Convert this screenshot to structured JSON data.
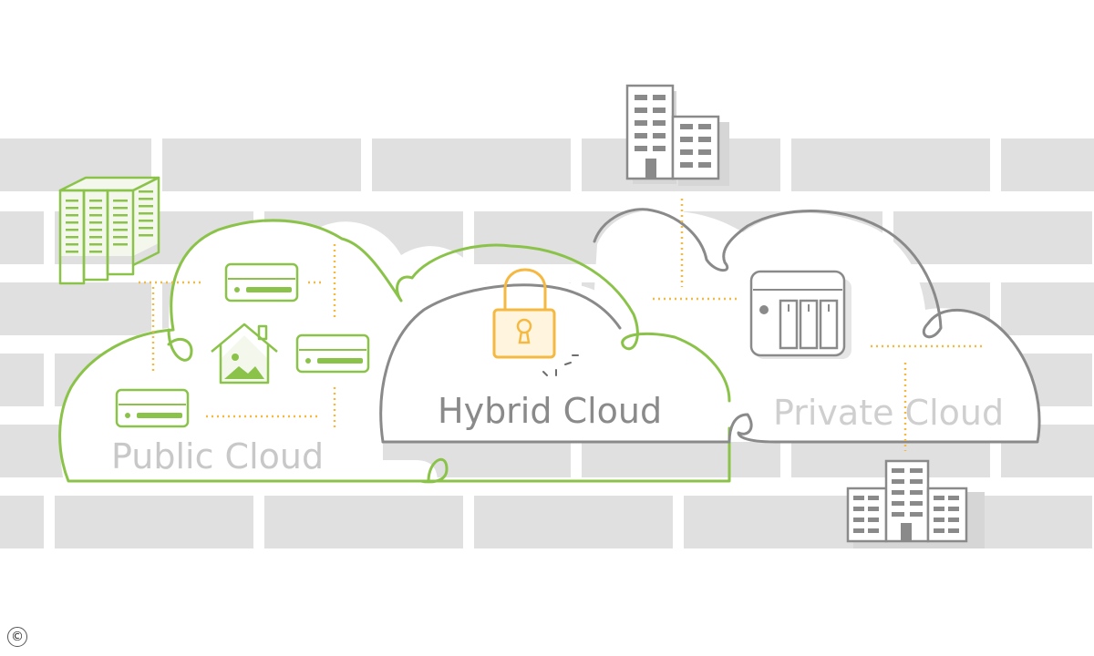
{
  "colors": {
    "brick": "#e0e0e0",
    "green": "#8bc34a",
    "gray": "#9e9e9e",
    "dark_gray": "#8a8a8a",
    "orange": "#f5b942",
    "public_label": "#c8c8c8",
    "hybrid_label": "#8a8a8a",
    "private_label": "#cfcfcf"
  },
  "labels": {
    "public_cloud": "Public  Cloud",
    "hybrid_cloud": "Hybrid Cloud",
    "private_cloud": "Private Cloud"
  },
  "copyright": "©",
  "icons": [
    "server-rack-icon",
    "server-unit-icon",
    "home-photo-icon",
    "padlock-icon",
    "office-building-icon",
    "nas-storage-icon"
  ]
}
